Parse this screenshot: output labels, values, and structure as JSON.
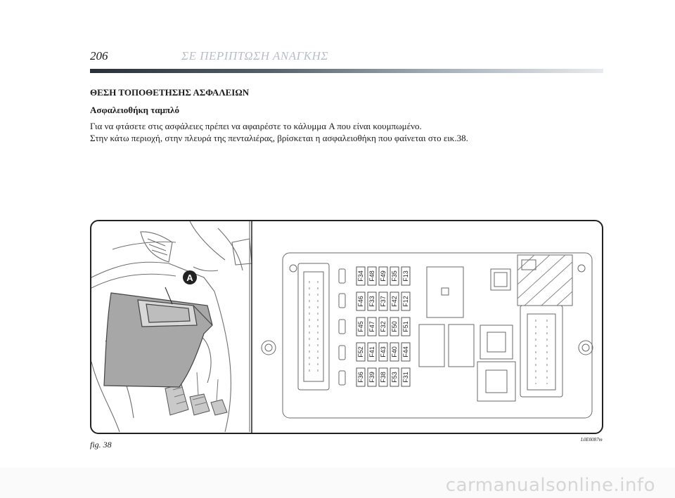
{
  "header": {
    "page_number": "206",
    "chapter_title": "ΣΕ ΠΕΡΙΠΤΩΣΗ ΑΝΑΓΚΗΣ"
  },
  "section": {
    "title": "ΘΕΣΗ ΤΟΠΟΘΕΤΗΣΗΣ ΑΣΦΑΛΕΙΩΝ",
    "subtitle": "Ασφαλειοθήκη ταμπλό",
    "paragraphs": [
      "Για να φτάσετε στις ασφάλειες πρέπει να αφαιρέστε το κάλυμμα A που είναι κουμπωμένο.",
      "Στην κάτω περιοχή, στην πλευρά της πενταλιέρας, βρίσκεται η ασφαλειοθήκη που φαίνεται στο εικ.38."
    ]
  },
  "figure": {
    "callout_label": "A",
    "fuse_rows": [
      [
        "F34",
        "F48",
        "F49",
        "F35",
        "F13"
      ],
      [
        "F46",
        "F33",
        "F37",
        "F42",
        "F12"
      ],
      [
        "F45",
        "F47",
        "F32",
        "F50",
        "F51"
      ],
      [
        "F52",
        "F41",
        "F43",
        "F40",
        "F44"
      ],
      [
        "F36",
        "F39",
        "F38",
        "F53",
        "F31"
      ]
    ],
    "caption": "fig. 38",
    "code": "L0E0087m"
  },
  "watermark": "carmanualsonline.info"
}
